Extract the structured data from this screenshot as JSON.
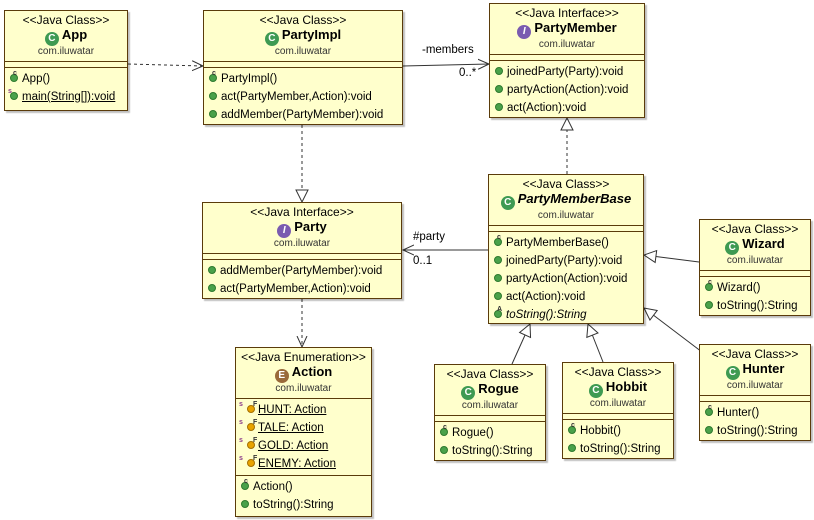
{
  "classes": {
    "app": {
      "stereotype": "<<Java Class>>",
      "name": "App",
      "package": "com.iluwatar",
      "methods": [
        "App()",
        "main(String[]):void"
      ]
    },
    "partyimpl": {
      "stereotype": "<<Java Class>>",
      "name": "PartyImpl",
      "package": "com.iluwatar",
      "methods": [
        "PartyImpl()",
        "act(PartyMember,Action):void",
        "addMember(PartyMember):void"
      ]
    },
    "partymember": {
      "stereotype": "<<Java Interface>>",
      "name": "PartyMember",
      "package": "com.iluwatar",
      "methods": [
        "joinedParty(Party):void",
        "partyAction(Action):void",
        "act(Action):void"
      ]
    },
    "party": {
      "stereotype": "<<Java Interface>>",
      "name": "Party",
      "package": "com.iluwatar",
      "methods": [
        "addMember(PartyMember):void",
        "act(PartyMember,Action):void"
      ]
    },
    "partymemberbase": {
      "stereotype": "<<Java Class>>",
      "name": "PartyMemberBase",
      "package": "com.iluwatar",
      "methods": [
        "PartyMemberBase()",
        "joinedParty(Party):void",
        "partyAction(Action):void",
        "act(Action):void",
        "toString():String"
      ]
    },
    "wizard": {
      "stereotype": "<<Java Class>>",
      "name": "Wizard",
      "package": "com.iluwatar",
      "methods": [
        "Wizard()",
        "toString():String"
      ]
    },
    "hunter": {
      "stereotype": "<<Java Class>>",
      "name": "Hunter",
      "package": "com.iluwatar",
      "methods": [
        "Hunter()",
        "toString():String"
      ]
    },
    "rogue": {
      "stereotype": "<<Java Class>>",
      "name": "Rogue",
      "package": "com.iluwatar",
      "methods": [
        "Rogue()",
        "toString():String"
      ]
    },
    "hobbit": {
      "stereotype": "<<Java Class>>",
      "name": "Hobbit",
      "package": "com.iluwatar",
      "methods": [
        "Hobbit()",
        "toString():String"
      ]
    },
    "action": {
      "stereotype": "<<Java Enumeration>>",
      "name": "Action",
      "package": "com.iluwatar",
      "fields": [
        "HUNT: Action",
        "TALE: Action",
        "GOLD: Action",
        "ENEMY: Action"
      ],
      "methods": [
        "Action()",
        "toString():String"
      ]
    }
  },
  "labels": {
    "members_role": "-members",
    "members_mult": "0..*",
    "party_role": "#party",
    "party_mult": "0..1"
  },
  "colors": {
    "class_fill": "#ffffcc",
    "class_border": "#5a3b0a",
    "class_icon": "#3e9a52",
    "interface_icon": "#7a5bb0",
    "enum_icon": "#9a6a3a"
  }
}
